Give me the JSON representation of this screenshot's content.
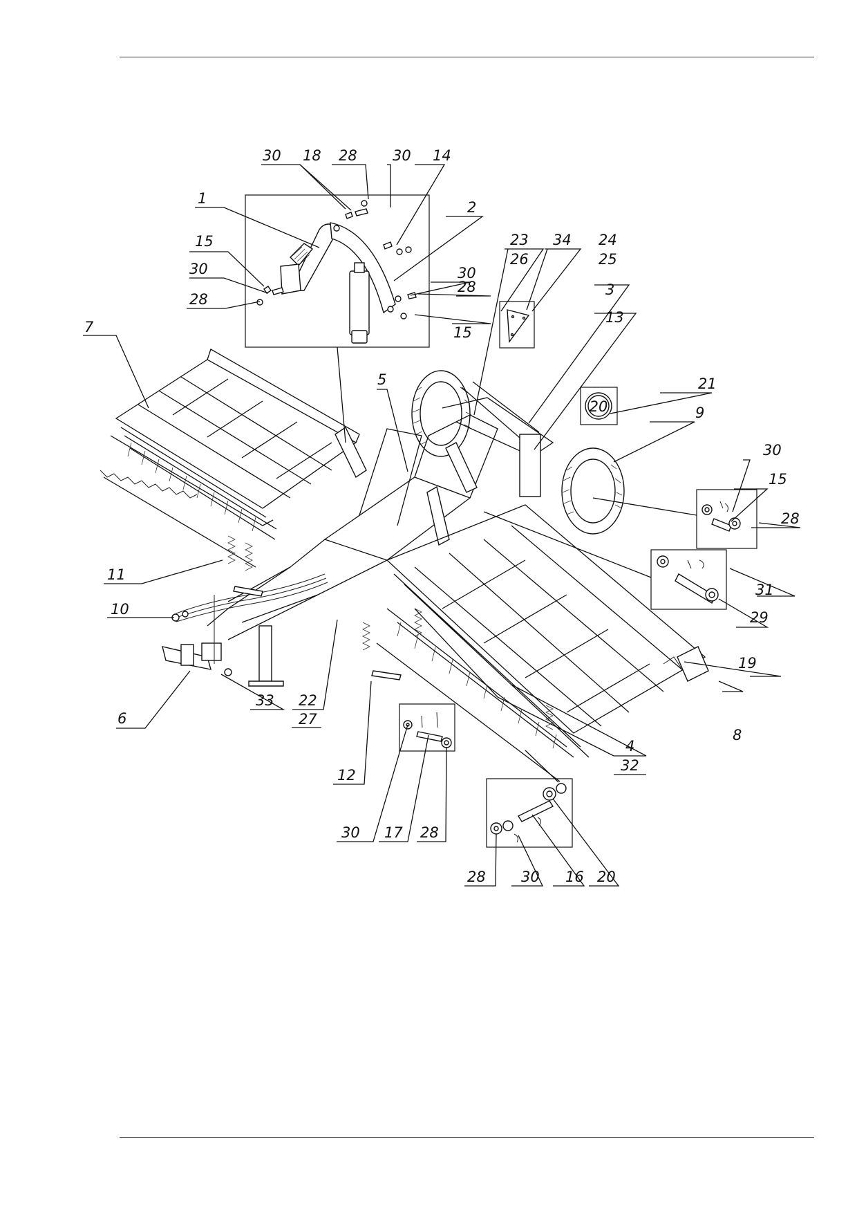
{
  "callouts": {
    "c30a": "30",
    "c18": "18",
    "c28a": "28",
    "c30b": "30",
    "c14": "14",
    "c1": "1",
    "c2": "2",
    "c15a": "15",
    "c30c": "30",
    "c28b": "28",
    "c30d": "30",
    "c28c": "28",
    "c15b": "15",
    "c23": "23",
    "c26": "26",
    "c34": "34",
    "c24": "24",
    "c25": "25",
    "c3": "3",
    "c13": "13",
    "c7": "7",
    "c5": "5",
    "c21": "21",
    "c9": "9",
    "c30e": "30",
    "c15c": "15",
    "c28d": "28",
    "c11": "11",
    "c10": "10",
    "c31": "31",
    "c29": "29",
    "c19": "19",
    "c6": "6",
    "c33": "33",
    "c22": "22",
    "c27": "27",
    "c8": "8",
    "c12": "12",
    "c4": "4",
    "c32": "32",
    "c30f": "30",
    "c17": "17",
    "c28e": "28",
    "c28f": "28",
    "c30g": "30",
    "c16": "16",
    "c20": "20"
  },
  "sign_value": "20"
}
